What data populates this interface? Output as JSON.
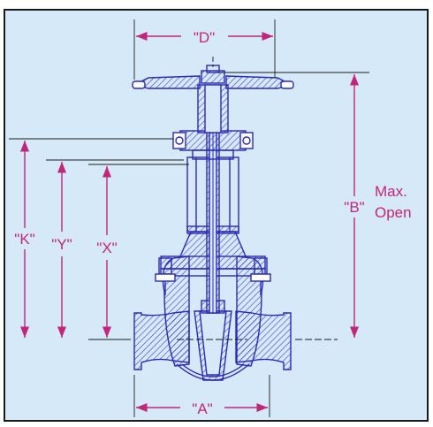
{
  "colors": {
    "background": "#d6e9f9",
    "border": "#1a1a1a",
    "dimension": "#c0267a",
    "drawing": "#2a2ab8",
    "hatch": "#3a3ad0"
  },
  "dimensions": {
    "d_label": "\"D\"",
    "b_label": "\"B\"",
    "k_label": "\"K\"",
    "y_label": "\"Y\"",
    "x_label": "\"X\"",
    "a_label": "\"A\""
  },
  "note": {
    "line1": "Max.",
    "line2": "Open"
  }
}
